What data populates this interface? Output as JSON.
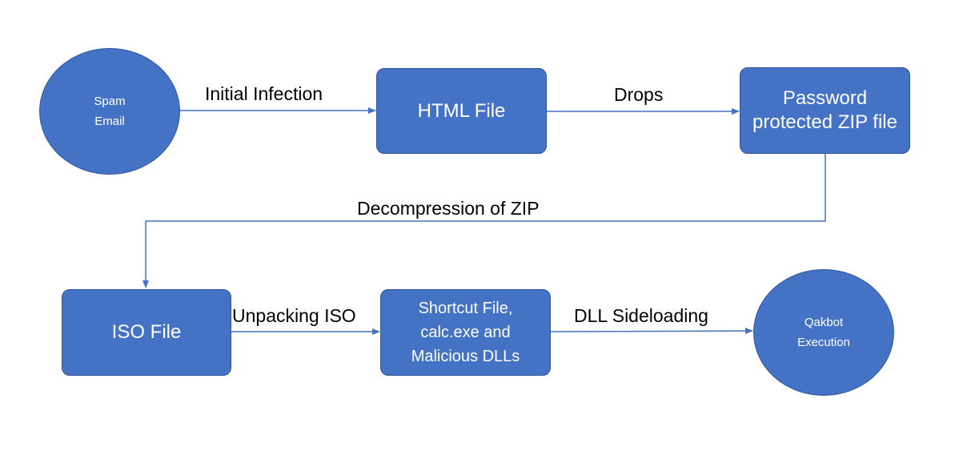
{
  "nodes": {
    "spam_email": "Spam Email",
    "html_file": "HTML File",
    "zip_file": "Password protected ZIP file",
    "iso_file": "ISO File",
    "shortcut_file": "Shortcut File, calc.exe and Malicious DLLs",
    "qakbot": "Qakbot Execution"
  },
  "edges": {
    "initial_infection": "Initial Infection",
    "drops": "Drops",
    "decompression": "Decompression of ZIP",
    "unpacking_iso": "Unpacking ISO",
    "dll_sideloading": "DLL Sideloading"
  },
  "colors": {
    "node_fill": "#4472c4",
    "node_border": "#2f5597",
    "connector": "#4472c4"
  }
}
